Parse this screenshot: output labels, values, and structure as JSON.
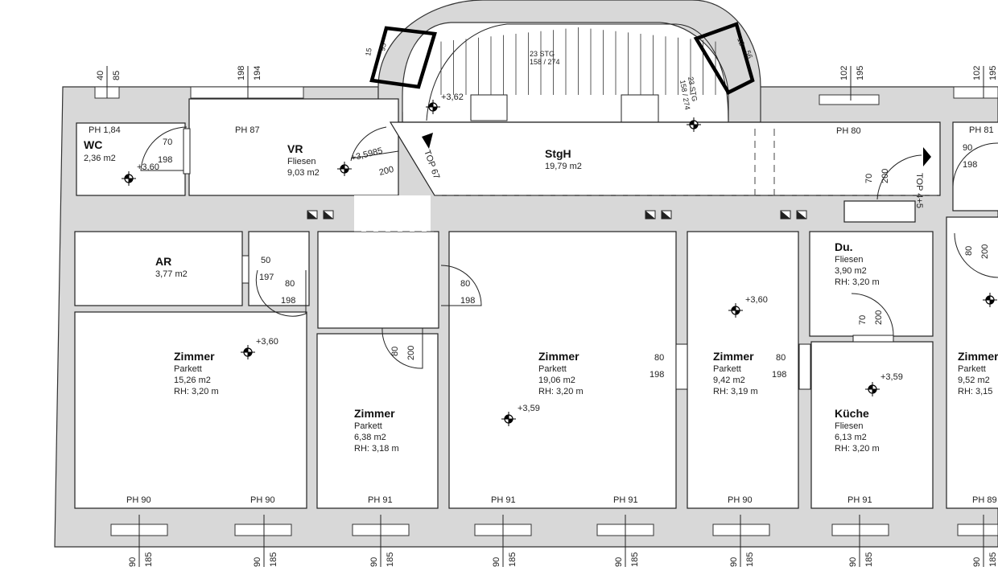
{
  "rooms": {
    "wc": {
      "name": "WC",
      "area": "2,36 m2",
      "ph": "PH 1,84"
    },
    "vr": {
      "name": "VR",
      "floor": "Fliesen",
      "area": "9,03 m2",
      "ph": "PH 87"
    },
    "stgh": {
      "name": "StgH",
      "area": "19,79 m2"
    },
    "ar": {
      "name": "AR",
      "area": "3,77 m2"
    },
    "zimmer1": {
      "name": "Zimmer",
      "floor": "Parkett",
      "area": "15,26 m2",
      "rh": "RH: 3,20 m"
    },
    "zimmer2": {
      "name": "Zimmer",
      "floor": "Parkett",
      "area": "6,38 m2",
      "rh": "RH: 3,18 m"
    },
    "zimmer3": {
      "name": "Zimmer",
      "floor": "Parkett",
      "area": "19,06 m2",
      "rh": "RH: 3,20 m"
    },
    "zimmer4": {
      "name": "Zimmer",
      "floor": "Parkett",
      "area": "9,42 m2",
      "rh": "RH: 3,19 m"
    },
    "du": {
      "name": "Du.",
      "floor": "Fliesen",
      "area": "3,90 m2",
      "rh": "RH: 3,20 m"
    },
    "kueche": {
      "name": "Küche",
      "floor": "Fliesen",
      "area": "6,13 m2",
      "rh": "RH: 3,20 m"
    },
    "zimmer5": {
      "name": "Zimmer",
      "floor": "Parkett",
      "area": "9,52 m2",
      "rh": "RH: 3,15"
    }
  },
  "stairs": {
    "steps": "23 STG",
    "ratio": "158 / 274",
    "steps_small": "23 STG",
    "ratio_small": "158 / 274"
  },
  "labels": {
    "top67": "TOP 67",
    "top45": "TOP 4+5",
    "ph80": "PH 80",
    "ph81": "PH 81",
    "ph90": "PH 90",
    "ph91": "PH 91",
    "ph89": "PH 89"
  },
  "levels": {
    "l360": "+3,60",
    "l362": "+3,62",
    "l35985": "+3,5985",
    "l359": "+3,59"
  },
  "doors": {
    "d70": "70",
    "d198": "198",
    "d200": "200",
    "d50": "50",
    "d197": "197",
    "d80": "80",
    "d90": "90"
  },
  "windows": {
    "w40": "40",
    "w85": "85",
    "w198": "198",
    "w194": "194",
    "w102": "102",
    "w195": "195",
    "w90": "90",
    "w185": "185",
    "w15": "15",
    "w12": "12",
    "w56": "56",
    "w95": "95"
  }
}
